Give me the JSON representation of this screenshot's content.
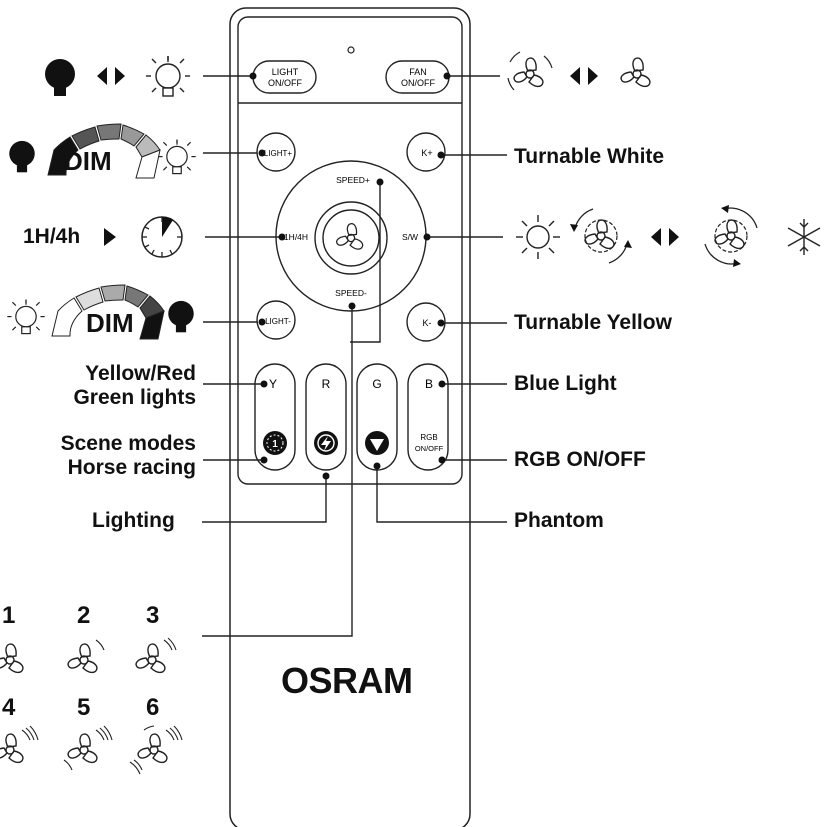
{
  "remote": {
    "brand": "OSRAM",
    "buttons": {
      "light_onoff": "LIGHT ON/OFF",
      "fan_onoff": "FAN ON/OFF",
      "light_plus": "LIGHT+",
      "k_plus": "K+",
      "speed_plus": "SPEED+",
      "speed_minus": "SPEED-",
      "timer": "1H/4H",
      "sw": "S/W",
      "light_minus": "LIGHT-",
      "k_minus": "K-",
      "y": "Y",
      "r": "R",
      "g": "G",
      "b": "B",
      "rgb_onoff": "RGB ON/OFF"
    }
  },
  "callouts": {
    "turnable_white": "Turnable White",
    "timer": "1H/4h",
    "turnable_yellow": "Turnable Yellow",
    "yellow_red": "Yellow/Red",
    "green_lights": "Green lights",
    "blue_light": "Blue Light",
    "scene_modes": "Scene modes",
    "horse_racing": "Horse racing",
    "rgb_onoff": "RGB ON/OFF",
    "lighting": "Lighting",
    "phantom": "Phantom",
    "dim": "DIM"
  },
  "speeds": [
    "1",
    "2",
    "3",
    "4",
    "5",
    "6"
  ]
}
